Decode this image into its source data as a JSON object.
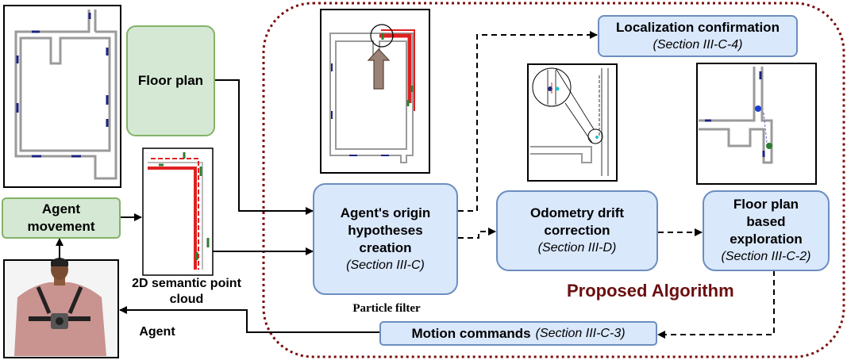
{
  "boxes": {
    "floor_plan": "Floor plan",
    "agent_movement_1": "Agent",
    "agent_movement_2": "movement",
    "origin_1": "Agent's origin",
    "origin_2": "hypotheses",
    "origin_3": "creation",
    "origin_section": "(Section III-C)",
    "odometry_1": "Odometry drift",
    "odometry_2": "correction",
    "odometry_section": "(Section III-D)",
    "exploration_1": "Floor plan",
    "exploration_2": "based",
    "exploration_3": "exploration",
    "exploration_section": "(Section III-C-2)",
    "localization": "Localization confirmation",
    "localization_section": "(Section III-C-4)",
    "motion": "Motion commands",
    "motion_section": "(Section III-C-3)"
  },
  "labels": {
    "semantic_1": "2D semantic point",
    "semantic_2": "cloud",
    "particle_filter": "Particle filter",
    "agent": "Agent",
    "proposed": "Proposed Algorithm"
  },
  "colors": {
    "region_border": "#7b0c0c",
    "green_fill": "#d5e8d4",
    "green_border": "#82b366",
    "blue_fill": "#dae8fc",
    "blue_border": "#6c8ebf",
    "map_wall": "#9a9a9a",
    "map_marker": "#1a237e",
    "trajectory": "#e02020"
  },
  "icons": {
    "agent_photo": "person-with-chest-camera"
  }
}
